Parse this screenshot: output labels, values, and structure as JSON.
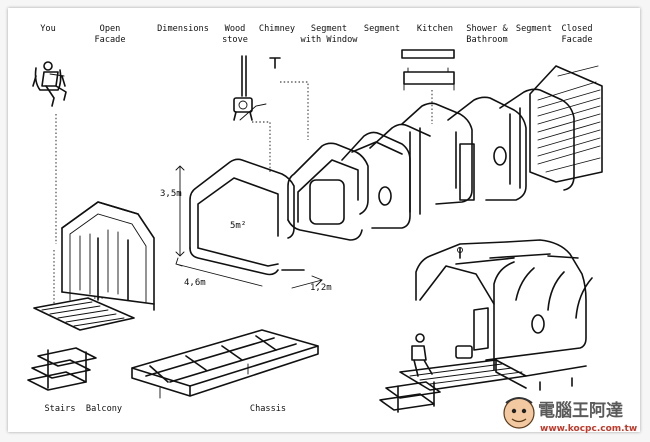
{
  "labels": {
    "you": "You",
    "open_facade": "Open\nFacade",
    "dimensions": "Dimensions",
    "wood_stove": "Wood\nstove",
    "chimney": "Chimney",
    "segment_window": "Segment\nwith Window",
    "segment_a": "Segment",
    "kitchen": "Kitchen",
    "shower_bathroom": "Shower &\nBathroom",
    "segment_b": "Segment",
    "closed_facade": "Closed\nFacade",
    "stairs": "Stairs",
    "balcony": "Balcony",
    "chassis": "Chassis"
  },
  "measurements": {
    "height": "3,5m",
    "area": "5m²",
    "length": "4,6m",
    "depth": "1,2m"
  },
  "watermark": {
    "name": "電腦王阿達",
    "url": "www.kocpc.com.tw",
    "url_color": "#c0392b"
  }
}
